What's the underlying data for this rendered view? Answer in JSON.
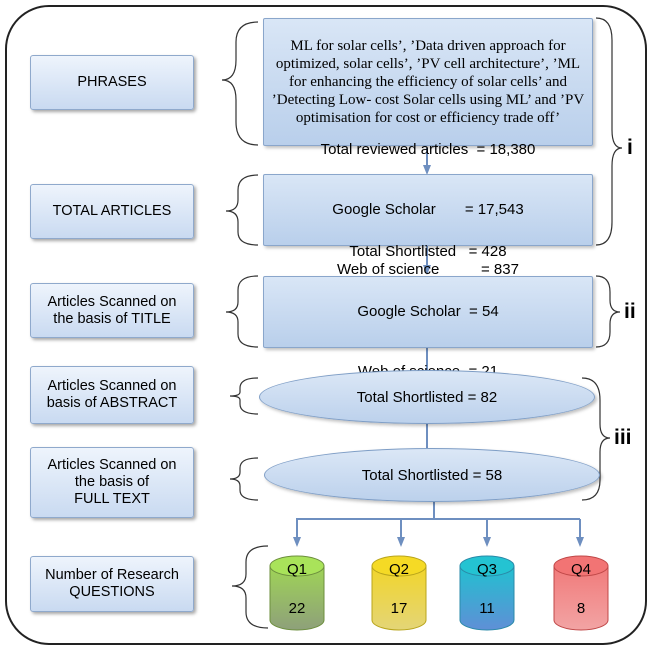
{
  "labels": {
    "phrases": "PHRASES",
    "total_articles": "TOTAL ARTICLES",
    "title_scan": "Articles Scanned on\nthe basis of TITLE",
    "abstract_scan": "Articles Scanned on\nbasis of ABSTRACT",
    "fulltext_scan": "Articles Scanned on\nthe basis of\nFULL TEXT",
    "questions": "Number of Research\nQUESTIONS"
  },
  "phrases_text": "ML for solar cells’, ’Data driven approach for optimized,  solar cells’, ’PV cell architecture’, ’ML for enhancing the efficiency of solar cells’ and ’Detecting Low- cost Solar cells using ML’ and ’PV optimisation for cost or efficiency trade off’",
  "total_box": {
    "line1": "Total reviewed articles  = 18,380",
    "line2": "Google Scholar       = 17,543",
    "line3": "Web of science          = 837"
  },
  "title_box": {
    "line1": "Total Shortlisted   = 428",
    "line2": "Google Scholar  = 54",
    "line3": "Web of science  = 21"
  },
  "abstract_oval": "Total Shortlisted = 82",
  "fulltext_oval": "Total Shortlisted = 58",
  "stage_markers": {
    "i": "i",
    "ii": "ii",
    "iii": "iii"
  },
  "questions": [
    {
      "label": "Q1",
      "value": "22",
      "color": "#8bc34a"
    },
    {
      "label": "Q2",
      "value": "17",
      "color": "#e8cf2a"
    },
    {
      "label": "Q3",
      "value": "11",
      "color": "#2fb6cf"
    },
    {
      "label": "Q4",
      "value": "8",
      "color": "#ec5b5b"
    }
  ],
  "colors": {
    "arrow": "#6e8fc0",
    "box_fill": "#c9daf1",
    "box_border": "#8aa6cb",
    "frame": "#222222"
  }
}
